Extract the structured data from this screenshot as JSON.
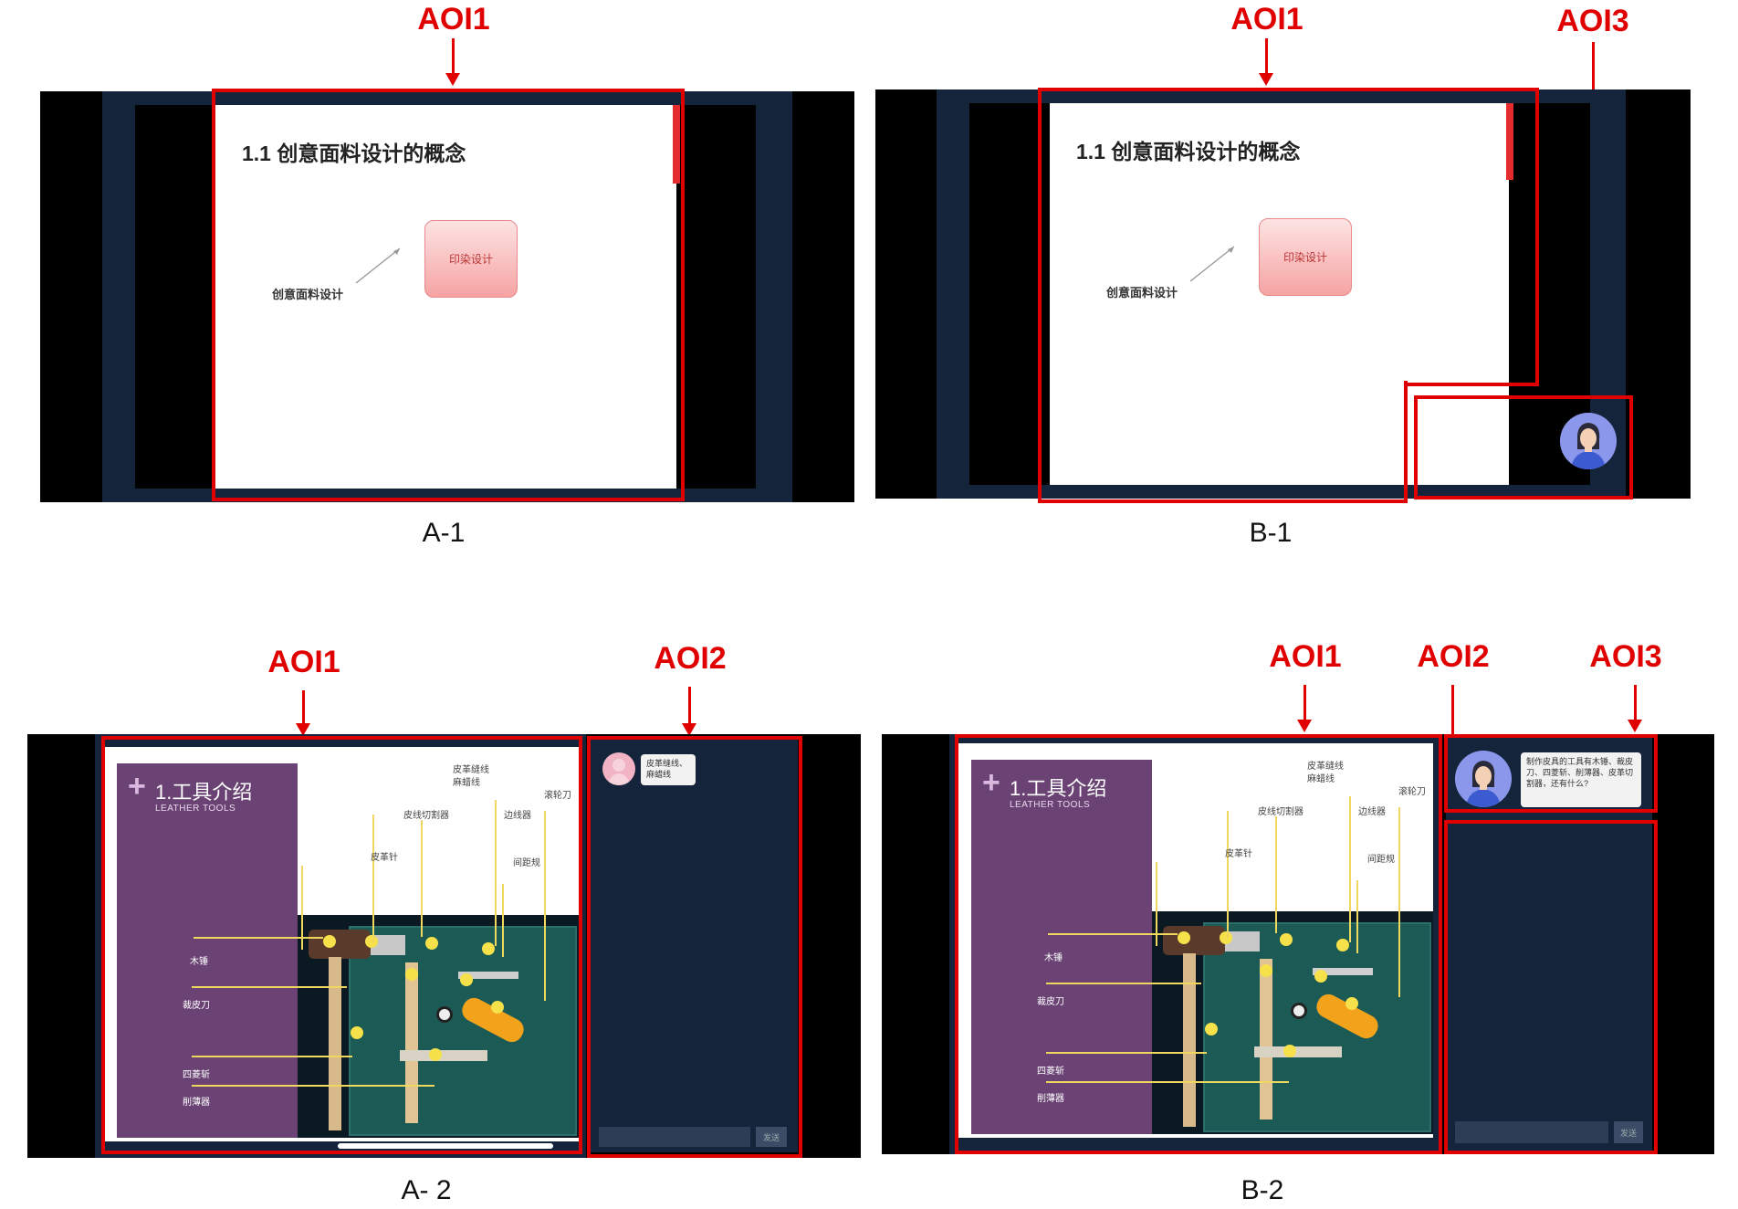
{
  "panels": {
    "a1": {
      "caption": "A-1",
      "aoi1": "AOI1",
      "slide_title": "1.1 创意面料设计的概念",
      "concept_label": "创意面料设计",
      "box_label": "印染设计"
    },
    "b1": {
      "caption": "B-1",
      "aoi1": "AOI1",
      "aoi3": "AOI3",
      "slide_title": "1.1 创意面料设计的概念",
      "concept_label": "创意面料设计",
      "box_label": "印染设计"
    },
    "a2": {
      "caption": "A- 2",
      "aoi1": "AOI1",
      "aoi2": "AOI2",
      "chat_bubble": "皮革缝线、麻蜡线",
      "send": "发送"
    },
    "b2": {
      "caption": "B-2",
      "aoi1": "AOI1",
      "aoi2": "AOI2",
      "aoi3": "AOI3",
      "chat_bubble": "制作皮具的工具有木锤、裁皮刀、四菱斩、削薄器、皮革切割器，还有什么?",
      "send": "发送"
    }
  },
  "tools_slide": {
    "title": "1.工具介绍",
    "subtitle": "LEATHER TOOLS",
    "labels_left": [
      "木锤",
      "裁皮刀",
      "四菱斩",
      "削薄器"
    ],
    "labels_top": [
      "皮革缝线",
      "麻蜡线",
      "皮革针",
      "皮线切割器",
      "边线器",
      "间距规",
      "滚轮刀"
    ]
  },
  "colors": {
    "annotation_red": "#e00000",
    "frame_navy": "#14243a",
    "slide_purple": "#6a4374",
    "pointer_yellow": "#f6e14a"
  }
}
